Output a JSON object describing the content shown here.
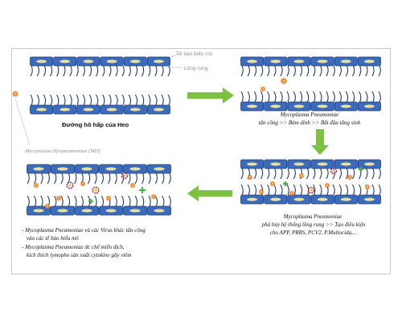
{
  "panel1": {
    "label_epithelial": "Tế bào biểu mô",
    "label_cilia": "Lông rung",
    "caption": "Đường hô hấp của Heo",
    "pathogen_label": "Mycoplasma Hyopneumoniae (MH)"
  },
  "panel2": {
    "line1": "Mycoplasma Pneumoniae",
    "line2": "tấn công >> Bám dính >> Bắt đầu tăng sinh"
  },
  "panel3": {
    "line1": "Mycoplasma Pneumoniae",
    "line2": "phá hủy hệ thống lông rung >> Tạo điều kiện",
    "line3": "cho APP, PRRS, PCV2, P.Multocida,..."
  },
  "panel4": {
    "line1": "- Mycoplasma Pneumoniae và các Virus khác tấn công",
    "line2": "vào các tế bào biểu mô",
    "line3": "- Mycoplasma Pneumoniae ức chế miễn dịch,",
    "line4": "kích thích lymopho sản xuất cytokine gây viêm"
  },
  "colors": {
    "cell_fill": "#3b6bbd",
    "cell_stroke": "#1f3f7a",
    "nucleus": "#f2e08a",
    "cilia": "#1f3a6e",
    "arrow": "#7dc142",
    "pathogen": "#f07a1a",
    "virus_purple": "#8a2a8a",
    "virus_red": "#b0312f",
    "green_particle": "#4caf50"
  }
}
